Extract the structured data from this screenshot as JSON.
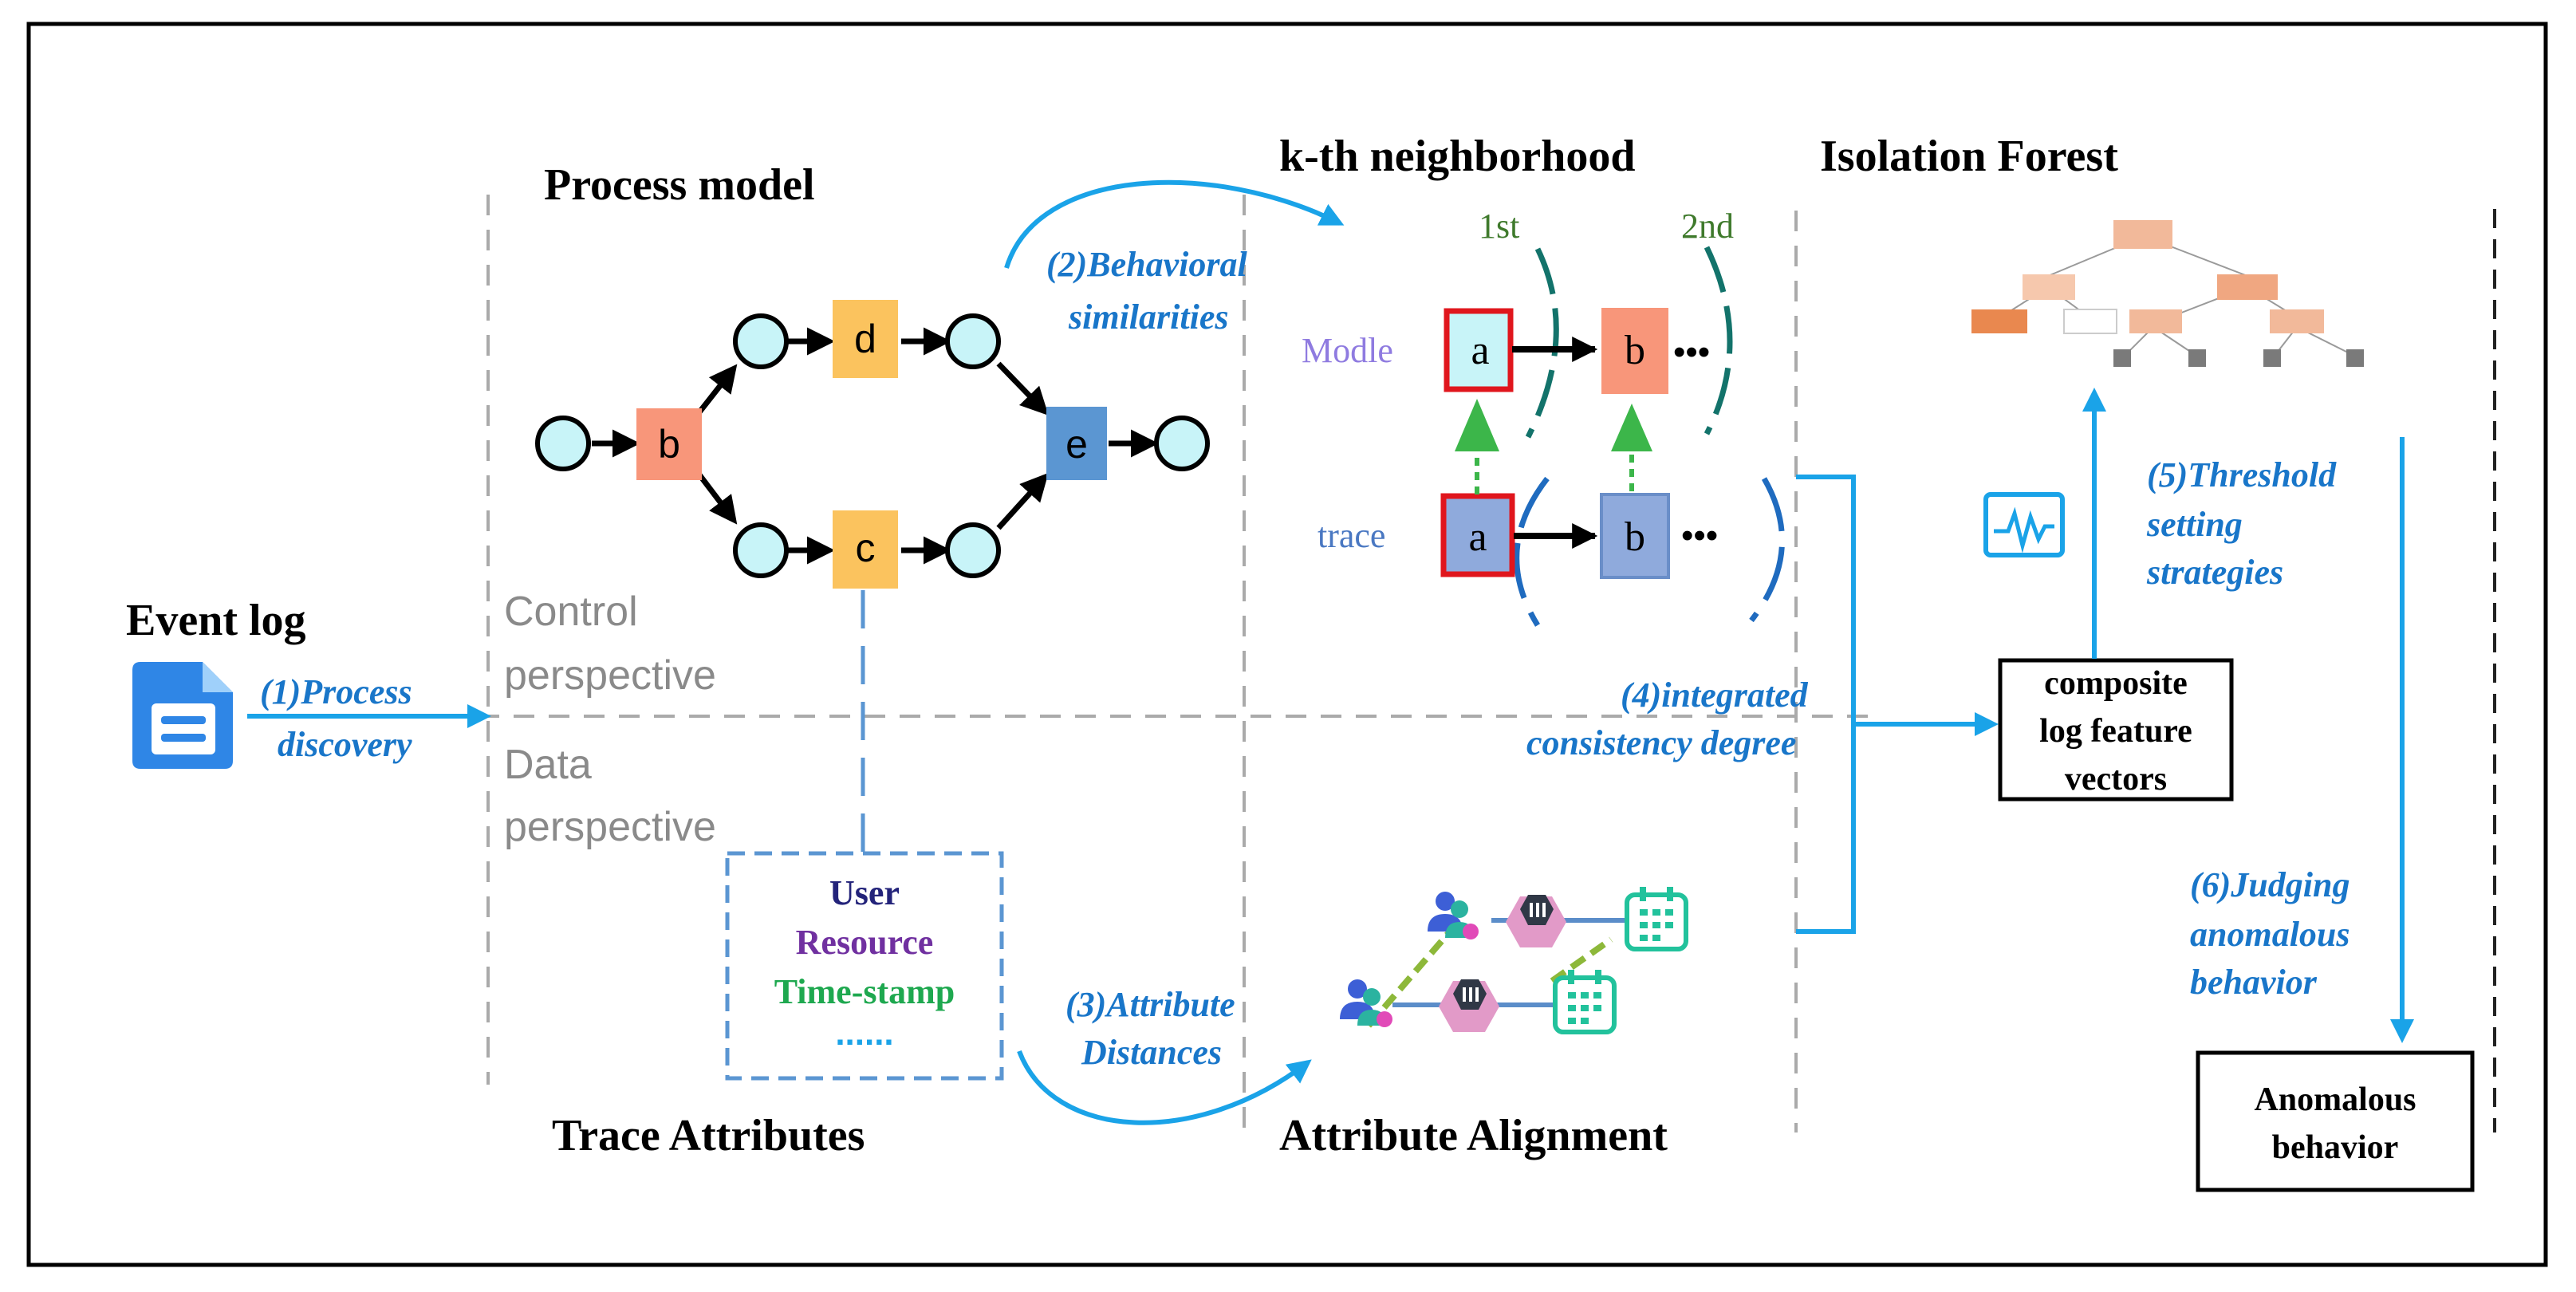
{
  "sections": {
    "event_log": "Event log",
    "process_model": "Process model",
    "kth_neighborhood": "k-th neighborhood",
    "isolation_forest": "Isolation Forest",
    "trace_attributes": "Trace Attributes",
    "attribute_alignment": "Attribute Alignment"
  },
  "perspectives": {
    "control_line1": "Control",
    "control_line2": "perspective",
    "data_line1": "Data",
    "data_line2": "perspective"
  },
  "steps": {
    "s1_line1": "(1)Process",
    "s1_line2": "discovery",
    "s2_line1": "(2)Behavioral",
    "s2_line2": "similarities",
    "s3_line1": "(3)Attribute",
    "s3_line2": "Distances",
    "s4_line1": "(4)integrated",
    "s4_line2": "consistency degree",
    "s5_line1": "(5)Threshold",
    "s5_line2": "setting",
    "s5_line3": "strategies",
    "s6_line1": "(6)Judging",
    "s6_line2": "anomalous",
    "s6_line3": "behavior"
  },
  "process_nodes": {
    "b": "b",
    "c": "c",
    "d": "d",
    "e": "e"
  },
  "neighborhood": {
    "first": "1st",
    "second": "2nd",
    "model_label": "Modle",
    "trace_label": "trace",
    "model_a": "a",
    "model_b": "b",
    "trace_a": "a",
    "trace_b": "b",
    "ellipsis": "•••"
  },
  "attributes": {
    "user": "User",
    "resource": "Resource",
    "timestamp": "Time-stamp",
    "dots": "......"
  },
  "feature_box": {
    "line1": "composite",
    "line2": "log feature",
    "line3": "vectors"
  },
  "anomalous_box": {
    "line1": "Anomalous",
    "line2": "behavior"
  },
  "colors": {
    "arrow_blue": "#1aa3e8",
    "label_blue": "#1976c9",
    "node_cyan": "#c8f4f8",
    "node_orange": "#f8967a",
    "node_yellow": "#fbc35e",
    "node_blue": "#5b96d2",
    "trace_fill": "#8faadc",
    "teal_arc": "#13736b",
    "green_arrow": "#3cb64a",
    "model_purple": "#8f7be0",
    "trace_blue": "#4a78c2",
    "user_navy": "#23237a",
    "resource_purple": "#7030a0",
    "timestamp_green": "#1ea84f"
  }
}
